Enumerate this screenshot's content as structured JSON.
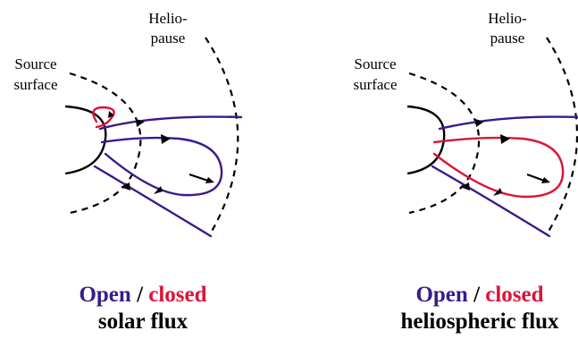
{
  "colors": {
    "open": "#3b1a8c",
    "closed": "#dc1437",
    "ink": "#000000"
  },
  "left": {
    "heliopause_line1": "Helio-",
    "heliopause_line2": "pause",
    "source_line1": "Source",
    "source_line2": "surface",
    "caption_open": "Open",
    "caption_sep": " / ",
    "caption_closed": "closed",
    "caption_line2": "solar flux"
  },
  "right": {
    "heliopause_line1": "Helio-",
    "heliopause_line2": "pause",
    "source_line1": "Source",
    "source_line2": "surface",
    "caption_open": "Open",
    "caption_sep": " / ",
    "caption_closed": "closed",
    "caption_line2": "heliospheric flux"
  }
}
